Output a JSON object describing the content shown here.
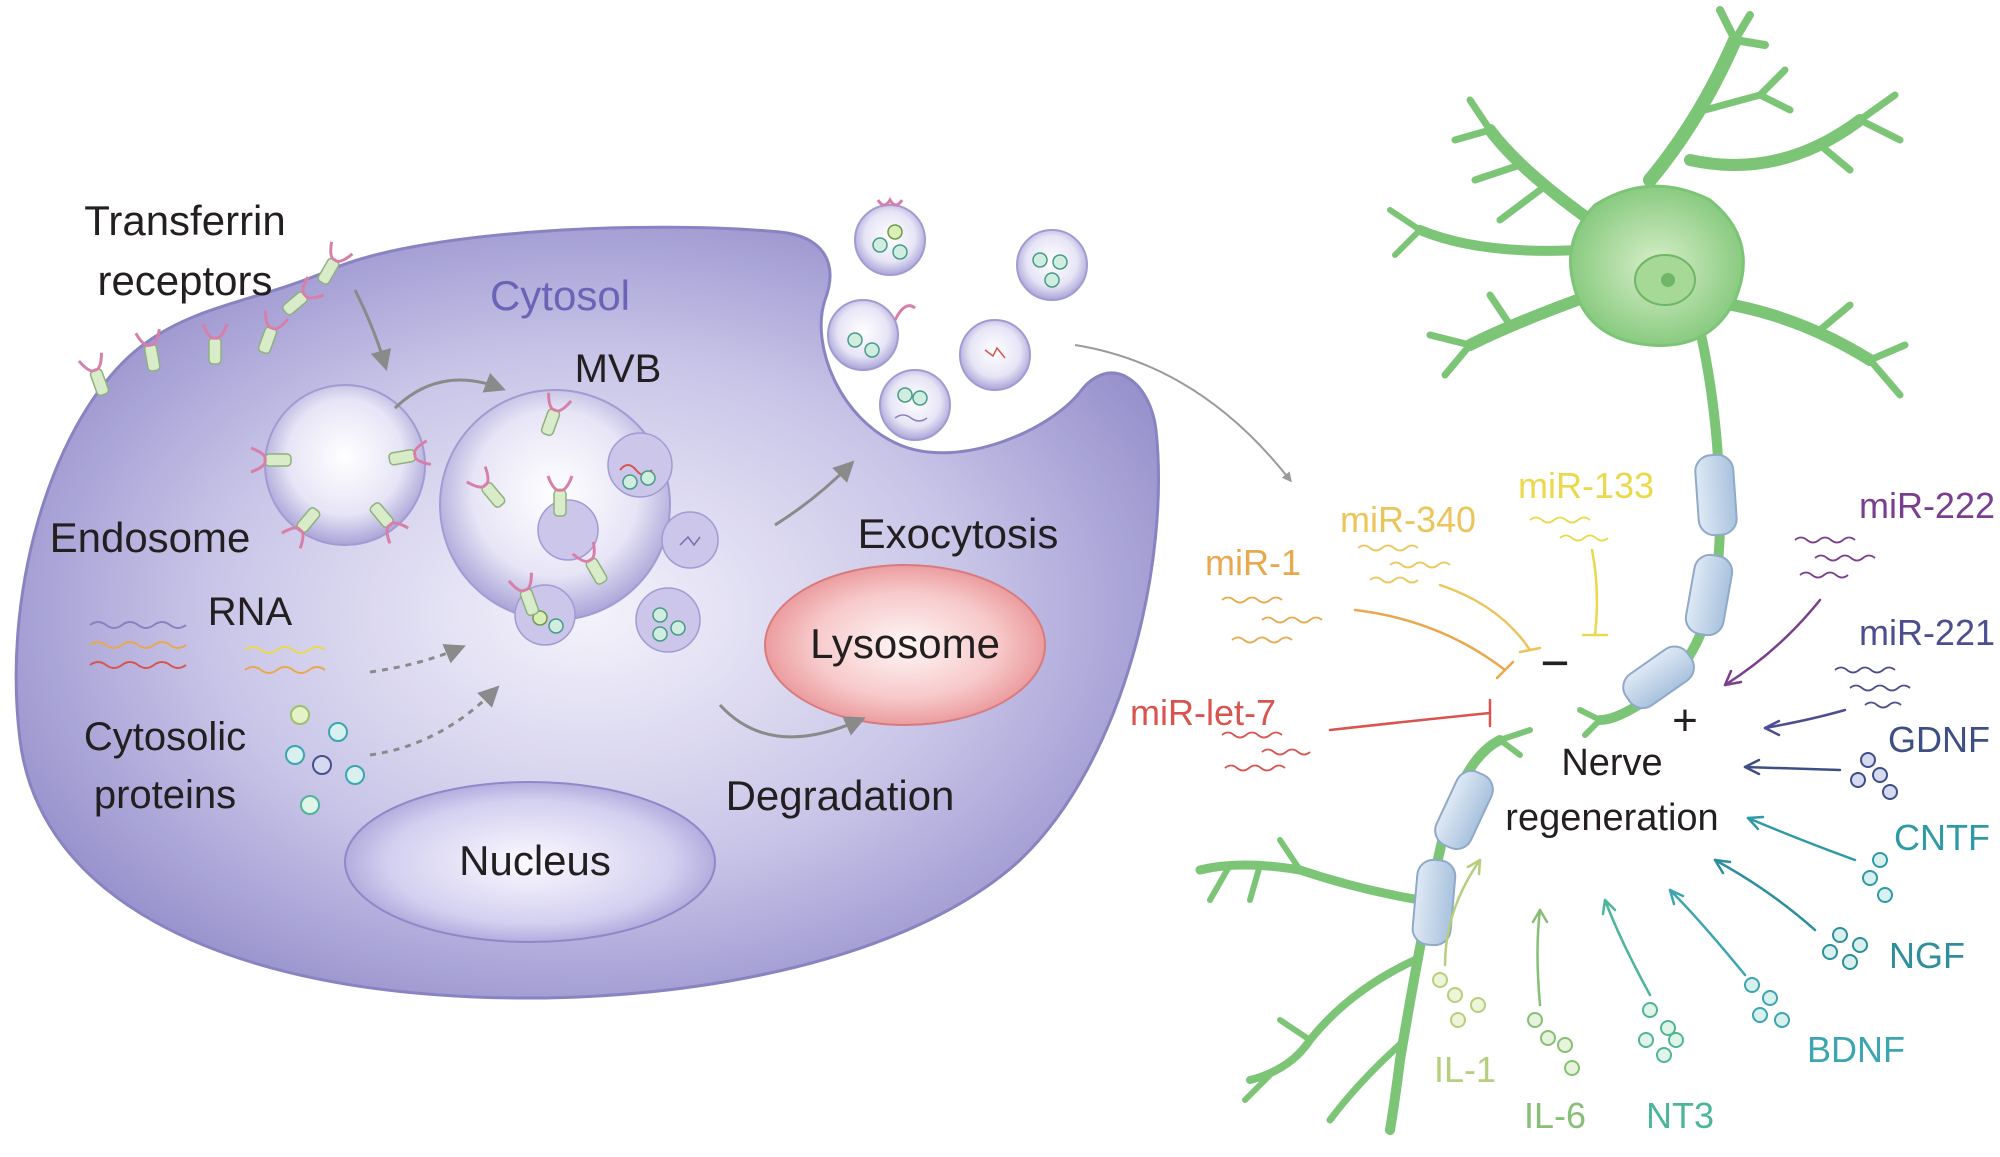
{
  "colors": {
    "cell": "#9b95cf",
    "cytosol_text": "#6b63b5",
    "lysosome": "#f0a3a4",
    "neuron": "#7cc576",
    "myelin": "#b9cfe6",
    "mir1": "#e9a84b",
    "mir340": "#ecc55a",
    "mir133": "#ead94a",
    "mirlet7": "#d9534f",
    "mir222": "#7a3e8e",
    "mir221": "#4b4e8f",
    "gdnf": "#3e4f86",
    "cntf": "#2e9aa6",
    "ngf": "#2d8f9c",
    "bdnf": "#3ba5b0",
    "nt3": "#4db59a",
    "il6": "#86bf76",
    "il1": "#b6cf7e"
  },
  "labels": {
    "transferrin_line1": "Transferrin",
    "transferrin_line2": "receptors",
    "cytosol": "Cytosol",
    "mvb": "MVB",
    "endosome": "Endosome",
    "rna": "RNA",
    "cytosolic_line1": "Cytosolic",
    "cytosolic_line2": "proteins",
    "exocytosis": "Exocytosis",
    "lysosome": "Lysosome",
    "degradation": "Degradation",
    "nucleus": "Nucleus",
    "nerve_line1": "Nerve",
    "nerve_line2": "regeneration",
    "minus": "−",
    "plus": "+"
  },
  "inhibitors": [
    {
      "label": "miR-1",
      "color_key": "mir1"
    },
    {
      "label": "miR-340",
      "color_key": "mir340"
    },
    {
      "label": "miR-133",
      "color_key": "mir133"
    },
    {
      "label": "miR-let-7",
      "color_key": "mirlet7"
    }
  ],
  "promoters": [
    {
      "label": "miR-222",
      "color_key": "mir222"
    },
    {
      "label": "miR-221",
      "color_key": "mir221"
    },
    {
      "label": "GDNF",
      "color_key": "gdnf"
    },
    {
      "label": "CNTF",
      "color_key": "cntf"
    },
    {
      "label": "NGF",
      "color_key": "ngf"
    },
    {
      "label": "BDNF",
      "color_key": "bdnf"
    },
    {
      "label": "NT3",
      "color_key": "nt3"
    },
    {
      "label": "IL-6",
      "color_key": "il6"
    },
    {
      "label": "IL-1",
      "color_key": "il1"
    }
  ]
}
